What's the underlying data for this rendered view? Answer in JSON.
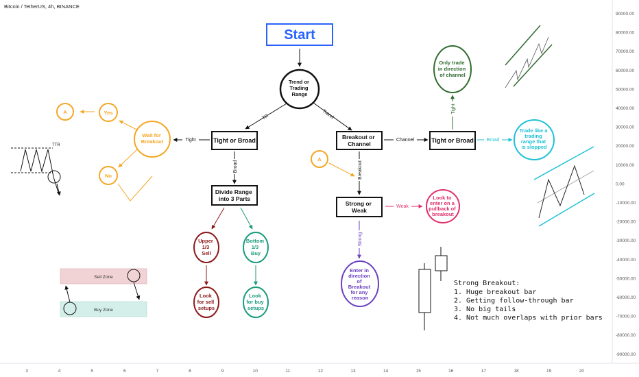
{
  "header": {
    "title": "Bitcoin / TetherUS, 4h, BINANCE"
  },
  "axis": {
    "y_ticks": [
      "90000.00",
      "80000.00",
      "70000.00",
      "60000.00",
      "50000.00",
      "40000.00",
      "30000.00",
      "20000.00",
      "10000.00",
      "0.00",
      "-10000.00",
      "-20000.00",
      "-30000.00",
      "-40000.00",
      "-50000.00",
      "-60000.00",
      "-70000.00",
      "-80000.00",
      "-90000.00"
    ],
    "x_ticks": [
      "3",
      "4",
      "5",
      "6",
      "7",
      "8",
      "9",
      "10",
      "11",
      "12",
      "13",
      "14",
      "15",
      "16",
      "17",
      "18",
      "19",
      "20"
    ]
  },
  "flow": {
    "start": "Start",
    "trend_or_range": [
      "Trend or",
      "Trading",
      "Range"
    ],
    "tr_label": "TR",
    "trend_label": "Trend",
    "tight_or_broad_left": "Tight or Broad",
    "tight_label_left": "Tight",
    "broad_label_left": "Broad",
    "wait_for_breakout": [
      "Wait for",
      "Breakout"
    ],
    "yes": "Yes",
    "no": "No",
    "a_left": "A",
    "ttr": "TTR",
    "divide_range": [
      "Divide Range",
      "into 3 Parts"
    ],
    "upper_sell": [
      "Upper",
      "1/3",
      "Sell"
    ],
    "bottom_buy": [
      "Bottom",
      "1/3",
      "Buy"
    ],
    "look_sell": [
      "Look",
      "for sell",
      "setups"
    ],
    "look_buy": [
      "Look",
      "for buy",
      "setups"
    ],
    "sell_zone": "Sell Zone",
    "buy_zone": "Buy Zone",
    "breakout_or_channel": [
      "Breakout or",
      "Channel"
    ],
    "a_right": "A",
    "breakout_label": "Breakout",
    "channel_label": "Channel",
    "strong_or_weak": [
      "Strong or",
      "Weak"
    ],
    "weak_label": "Weak",
    "pullback": [
      "Look to",
      "enter on a",
      "pullback of",
      "breakout"
    ],
    "strong_label": "Strong",
    "enter_direction": [
      "Enter in",
      "direction",
      "of",
      "Breakout",
      "for any",
      "reason"
    ],
    "tight_or_broad_right": "Tight or Broad",
    "tight_label_right": "Tight",
    "only_trade": [
      "Only trade",
      "in direction",
      "of channel"
    ],
    "broad_label_right": "Broad",
    "trade_like_range": [
      "Trade like a",
      "trading",
      "range that",
      "is slopped"
    ]
  },
  "strong_breakout": {
    "title": "Strong Breakout:",
    "items": [
      "1. Huge breakout bar",
      "2. Getting follow-through bar",
      "3. No big tails",
      "4. Not much overlaps with prior bars"
    ]
  },
  "colors": {
    "black": "#111111",
    "blue": "#2962ff",
    "orange": "#f5a623",
    "dark_red": "#8b1a1a",
    "teal": "#1a9a7c",
    "purple": "#6a3fc0",
    "pink": "#e0306a",
    "dark_green": "#2e6b2e",
    "cyan": "#1fc1d6",
    "sell_fill": "#f1d3d6",
    "buy_fill": "#d4efe9"
  }
}
